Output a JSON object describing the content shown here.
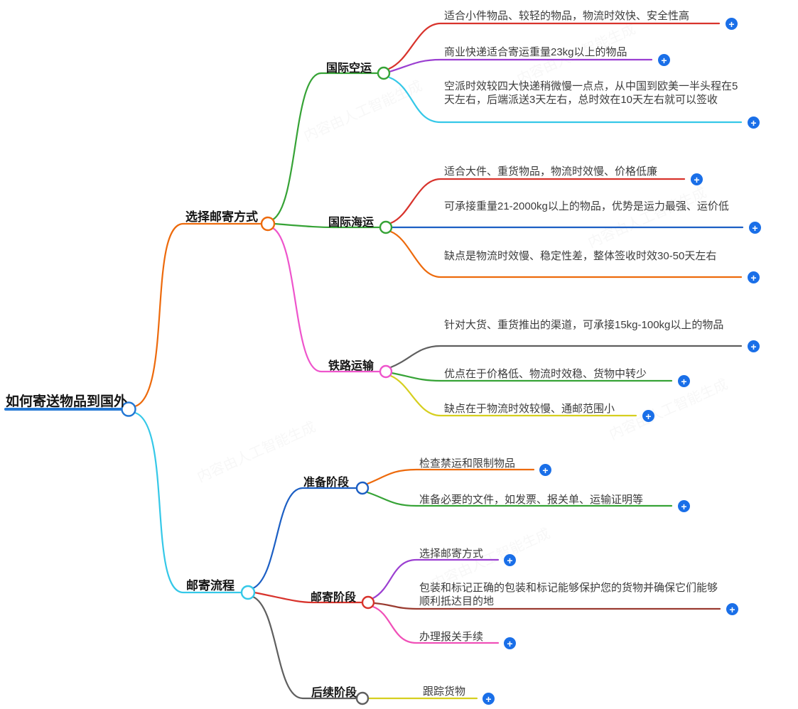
{
  "watermark": "内容由人工智能生成",
  "icons": {
    "expand": "+"
  },
  "colors": {
    "root_blue": "#2277d4",
    "orange": "#ed6a0c",
    "green": "#36a336",
    "magenta": "#ee55cc",
    "cyan": "#35c8e8",
    "red": "#d8332c",
    "purple": "#9b3fd1",
    "blue": "#1c5fc4",
    "gray": "#5f5f5f",
    "yellow": "#d6cf1f",
    "dark_red": "#9a3b30",
    "pink": "#f050b8",
    "expand_bg": "#1a6fe8"
  },
  "root": {
    "label": "如何寄送物品到国外"
  },
  "branches": [
    {
      "label": "选择邮寄方式",
      "children": [
        {
          "label": "国际空运",
          "leaves": [
            {
              "text": "适合小件物品、较轻的物品，物流时效快、安全性高"
            },
            {
              "text": "商业快递适合寄运重量23kg以上的物品"
            },
            {
              "text": "空派时效较四大快递稍微慢一点点，从中国到欧美一半头程在5天左右，后端派送3天左右，总时效在10天左右就可以签收"
            }
          ]
        },
        {
          "label": "国际海运",
          "leaves": [
            {
              "text": "适合大件、重货物品，物流时效慢、价格低廉"
            },
            {
              "text": "可承接重量21-2000kg以上的物品，优势是运力最强、运价低"
            },
            {
              "text": "缺点是物流时效慢、稳定性差，整体签收时效30-50天左右"
            }
          ]
        },
        {
          "label": "铁路运输",
          "leaves": [
            {
              "text": "针对大货、重货推出的渠道，可承接15kg-100kg以上的物品"
            },
            {
              "text": "优点在于价格低、物流时效稳、货物中转少"
            },
            {
              "text": "缺点在于物流时效较慢、通邮范围小"
            }
          ]
        }
      ]
    },
    {
      "label": "邮寄流程",
      "children": [
        {
          "label": "准备阶段",
          "leaves": [
            {
              "text": "检查禁运和限制物品"
            },
            {
              "text": "准备必要的文件，如发票、报关单、运输证明等"
            }
          ]
        },
        {
          "label": "邮寄阶段",
          "leaves": [
            {
              "text": "选择邮寄方式"
            },
            {
              "text": "包装和标记正确的包装和标记能够保护您的货物并确保它们能够顺利抵达目的地"
            },
            {
              "text": "办理报关手续"
            }
          ]
        },
        {
          "label": "后续阶段",
          "leaves": [
            {
              "text": "跟踪货物"
            }
          ]
        }
      ]
    }
  ]
}
